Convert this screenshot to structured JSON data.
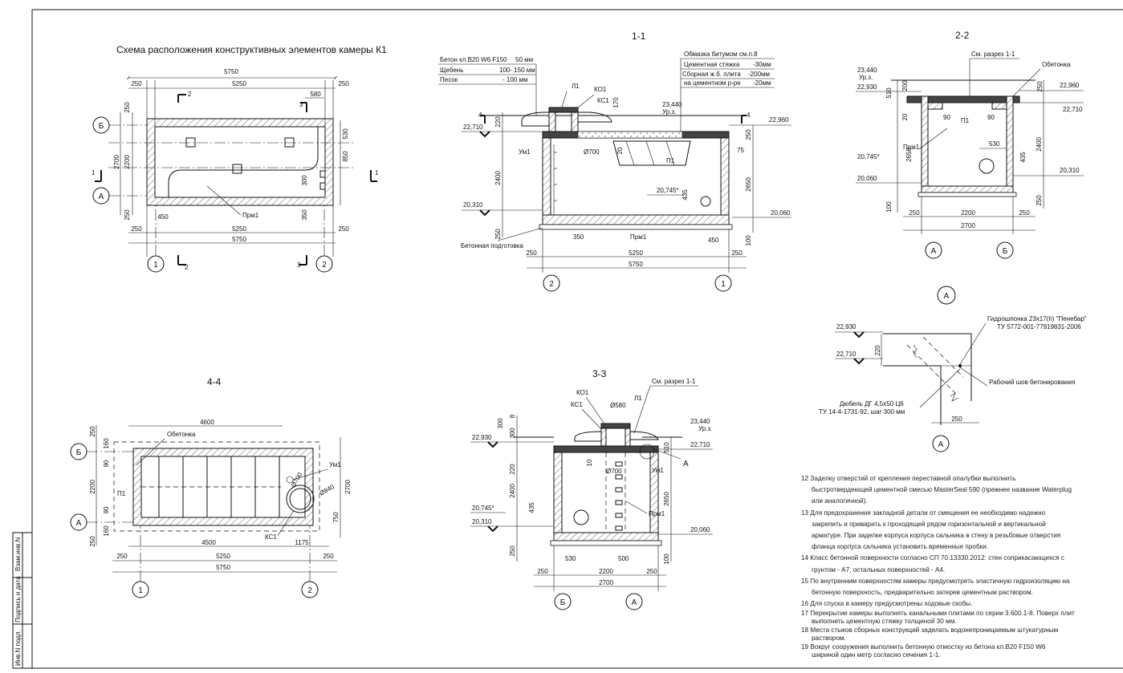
{
  "plan": {
    "title": "Схема расположения конструктивных элементов камеры К1",
    "dims_top": [
      "5750",
      "250",
      "5250",
      "250"
    ],
    "dims_bottom": [
      "250",
      "5250",
      "250",
      "5750"
    ],
    "dims_left": [
      "250",
      "2700",
      "2200",
      "250"
    ],
    "dims_right": [
      "530",
      "850",
      "300",
      "350"
    ],
    "dim_580": "580",
    "dim_450": "450",
    "axes": [
      "Б",
      "А",
      "1",
      "2"
    ],
    "cut_marks": [
      "2",
      "3",
      "1",
      "1",
      "2",
      "3"
    ],
    "label_prm": "Прм1"
  },
  "sec11": {
    "title": "1-1",
    "layers_left": [
      [
        "Бетон кл.В20 W6 F150",
        "50 мм"
      ],
      [
        "Щебень",
        "100- 150 мм"
      ],
      [
        "Песок",
        "- 100 мм"
      ]
    ],
    "layers_right": [
      [
        "Обмазка битумом см.п.8",
        ""
      ],
      [
        "Цементная стяжка",
        "-30мм"
      ],
      [
        "Сборная ж.б. плита",
        "-200мм"
      ],
      [
        "на цементном р-ре",
        "-20мм"
      ]
    ],
    "labels": {
      "l1": "Л1",
      "ko1": "КО1",
      "kc1": "КС1",
      "um1": "Ум1",
      "d700": "Ø700",
      "p1": "П1",
      "prm1": "Прм1",
      "ur": "Ур.з.",
      "base": "Бетонная подготовка"
    },
    "elev": [
      "22,710",
      "23,440",
      "22,960",
      "20,310",
      "20,745*",
      "20,060"
    ],
    "dims": [
      "170",
      "220",
      "2400",
      "250",
      "20",
      "75",
      "435",
      "2650",
      "250",
      "350",
      "450",
      "100",
      "250",
      "5250",
      "250",
      "5750"
    ],
    "cut": [
      "4",
      "4"
    ],
    "axes": [
      "2",
      "1"
    ]
  },
  "sec22": {
    "title": "2-2",
    "labels": {
      "ref": "См. разрез 1-1",
      "obet": "Обетонка",
      "p1": "П1",
      "prm1": "Прм1",
      "ur": "Ур.з."
    },
    "elev": [
      "23,440",
      "22,930",
      "22,960",
      "22,710",
      "20,745*",
      "20,310",
      "20,060"
    ],
    "dims": [
      "200",
      "510",
      "20",
      "250",
      "90",
      "90",
      "530",
      "2650",
      "2400",
      "435",
      "250",
      "100",
      "250",
      "2200",
      "250",
      "2700"
    ],
    "axes": [
      "А",
      "Б"
    ]
  },
  "nodeA": {
    "title": "А",
    "elev": [
      "22,930",
      "22,710"
    ],
    "labels": {
      "strip": "Гидрошпонка 23х17(h) \"Пенебар\"",
      "strip_tu": "ТУ 5772-001-77919831-2006",
      "seam": "Рабочий шов бетонирования",
      "dowel": "Дюбель ДГ 4,5х50 Ц6",
      "dowel_tu": "ТУ 14-4-1731-92, шаг 300 мм"
    },
    "dims": [
      "220",
      "250"
    ],
    "axis": "А"
  },
  "sec44": {
    "title": "4-4",
    "labels": {
      "obet": "Обетонка",
      "um1": "Ум1",
      "p1": "П1",
      "kc1": "КС1",
      "d700": "Ø700",
      "d840": "Ø840"
    },
    "dims_top": [
      "4600"
    ],
    "dims_left": [
      "250",
      "160",
      "90",
      "2200",
      "90",
      "160",
      "250"
    ],
    "dims_right": [
      "2700",
      "750"
    ],
    "dims_bottom": [
      "4500",
      "1175",
      "250",
      "5250",
      "250",
      "5750"
    ],
    "axes": [
      "Б",
      "А",
      "1",
      "2"
    ]
  },
  "sec33": {
    "title": "3-3",
    "labels": {
      "ref": "См. разрез 1-1",
      "ko1": "КО1",
      "kc1": "КС1",
      "l1": "Л1",
      "d580": "Ø580",
      "d700": "Ø700",
      "um1": "Ум1",
      "prm1": "Прм1",
      "ur": "Ур.з.",
      "a": "А"
    },
    "elev": [
      "22,930",
      "23,440",
      "22,710",
      "20,745*",
      "20,310",
      "20,060"
    ],
    "dims": [
      "300",
      "8",
      "300",
      "220",
      "2400",
      "435",
      "250",
      "10",
      "510",
      "2650",
      "100",
      "530",
      "500",
      "250",
      "2200",
      "250",
      "2700"
    ],
    "axes": [
      "Б",
      "А"
    ]
  },
  "notes": [
    "12 Заделку отверстий от крепления переставной опалубки выполнить",
    "быстротвердеющей цементной смесью   MasterSeal 590 (прежнее название Waterplug",
    "или аналогичной).",
    "13 Для предохранения закладной детали от  смещения ее необходимо надежно",
    "закрепить и приварить к   проходящей рядом горизонтальной и  вертикальной",
    "арматуре. При заделке корпуса корпуса сальника в   стену в резьбовые отверстия",
    "фланца  корпуса сальника установить временные пробки.",
    "14 Класс бетонной поверхности согласно  СП 70.13330.2012: стен соприкасающихся с",
    "грунтом - А7,     остальных поверхностей - А4.",
    "15 По внутренним поверхностям камеры предусмотреть эластичную гидроизоляцию  на",
    "бетонную   поверхность, предварительно затерев цементным раствором.",
    "16 Для спуска в камеру  предусмотрены ходовые скобы.",
    "17 Перекрытие камеры выполнять канальными плитами по серии 3.600.1-8. Поверх плит",
    "выполнить цементную стяжку толщиной 30 мм.",
    "18 Места стыков сборных конструкций заделать водонепроницаемым штукатурным",
    "раствором.",
    "19 Вокруг сооружения выполнить бетонную отмостку   из бетона кл.В20 F150 W6",
    "шириной один метр согласно сечения 1-1."
  ],
  "stamp": [
    "Взам.инв.N",
    "Подпись и дата",
    "Инв.N подл."
  ]
}
